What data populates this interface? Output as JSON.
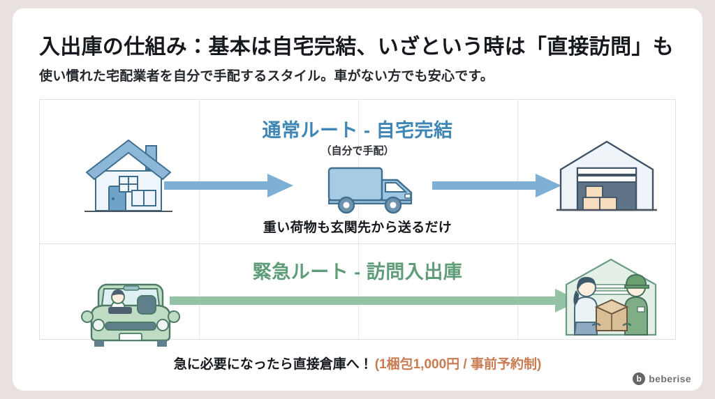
{
  "header": {
    "title": "入出庫の仕組み：基本は自宅完結、いざという時は「直接訪問」も",
    "subtitle": "使い慣れた宅配業者を自分で手配するスタイル。車がない方でも安心です。"
  },
  "rows": [
    {
      "id": "normal-route",
      "label": "通常ルート - 自宅完結",
      "sublabel": "（自分で手配）",
      "caption": "重い荷物も玄関先から送るだけ",
      "accent_color": "#3d86b5",
      "arrow_color": "#7db0d4",
      "art": {
        "start": "house-illustration",
        "middle": "delivery-truck-illustration",
        "end": "warehouse-illustration"
      }
    },
    {
      "id": "emergency-route",
      "label": "緊急ルート - 訪問入出庫",
      "sublabel": "",
      "caption": "",
      "accent_color": "#5f9c78",
      "arrow_color": "#94c2a4",
      "art": {
        "start": "green-car-with-driver-illustration",
        "middle": "",
        "end": "warehouse-handover-illustration"
      }
    }
  ],
  "footer": {
    "main": "急に必要になったら直接倉庫へ！",
    "note": "(1梱包1,000円 / 事前予約制)",
    "note_color": "#c97b52"
  },
  "watermark": {
    "badge": "b",
    "text": "beberise"
  },
  "colors": {
    "page_background": "#e9e1dd",
    "card_background": "#ffffff",
    "grid_border": "#e2e2e4",
    "title_color": "#15181c"
  }
}
